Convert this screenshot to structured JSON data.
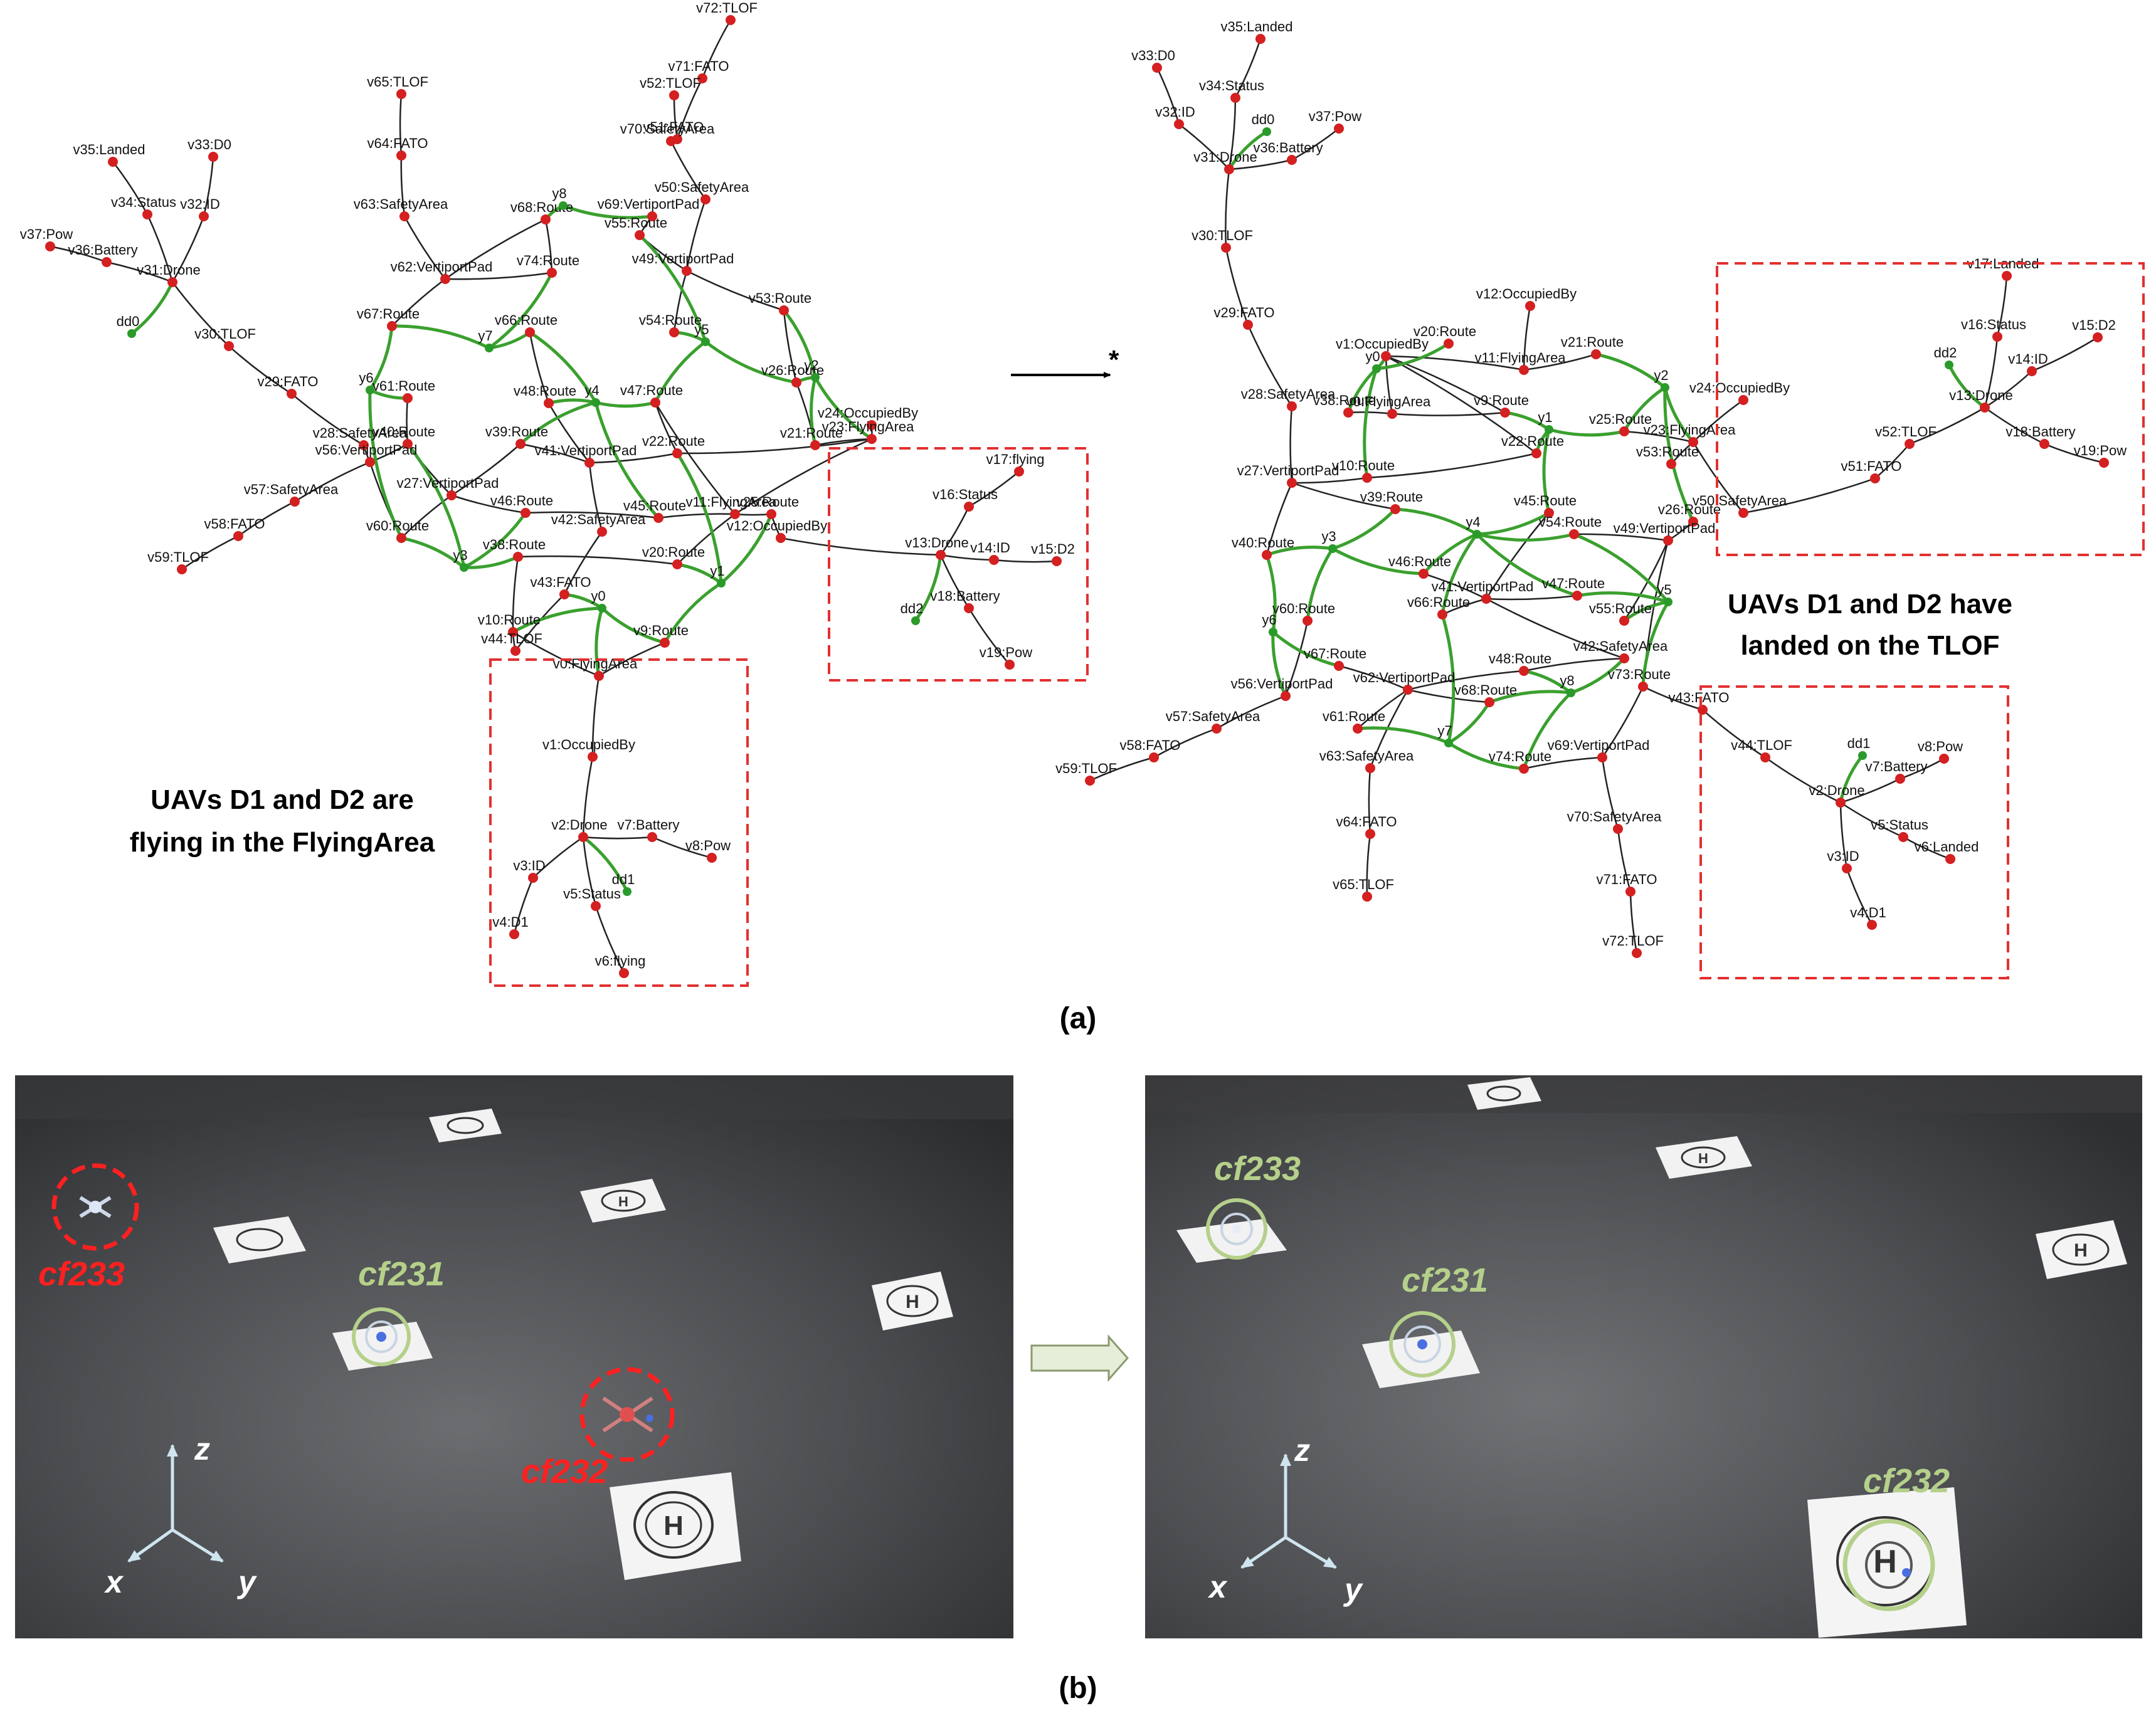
{
  "panel_a_label": "(a)",
  "panel_b_label": "(b)",
  "colors": {
    "node_red": "#d42020",
    "node_green": "#2a9a2a",
    "edge_black": "#222222",
    "edge_green": "#3aa02e",
    "dashed_box": "#e23030",
    "drone_red": "#ff2020",
    "drone_green": "#b5d08a"
  },
  "captions": {
    "left_line1": "UAVs D1 and D2 are",
    "left_line2": "flying in the FlyingArea",
    "right_line1": "UAVs D1 and D2 have",
    "right_line2": "landed on the TLOF"
  },
  "transition_symbol": "*",
  "graph_left": {
    "labels": {
      "v72": "v72:TLOF",
      "v71": "v71:FATO",
      "v52": "v52:TLOF",
      "v51": "v51:FATO",
      "v70": "v70:SafetyArea",
      "v65": "v65:TLOF",
      "v64": "v64:FATO",
      "v63": "v63:SafetyArea",
      "v68": "v68:Route",
      "y8": "y8",
      "v69": "v69:VertiportPad",
      "v50": "v50:SafetyArea",
      "v55": "v55:Route",
      "v62": "v62:VertiportPad",
      "v74": "v74:Route",
      "v49": "v49:VertiportPad",
      "v53": "v53:Route",
      "v67": "v67:Route",
      "y7": "y7",
      "v66": "v66:Route",
      "v54": "v54:Route",
      "y5": "y5",
      "v26": "v26:Route",
      "y2": "y2",
      "y6": "y6",
      "v61": "v61:Route",
      "v48": "v48:Route",
      "y4": "y4",
      "v47": "v47:Route",
      "v24": "v24:OccupiedBy",
      "v23": "v23:FlyingArea",
      "v21": "v21:Route",
      "v40": "v40:Route",
      "v39": "v39:Route",
      "v41": "v41:VertiportPad",
      "v22": "v22:Route",
      "v28": "v28:SafetyArea",
      "v56": "v56:VertiportPad",
      "v27": "v27:VertiportPad",
      "v57": "v57:SafetyArea",
      "v46": "v46:Route",
      "v42": "v42:SafetyArea",
      "v45": "v45:Route",
      "v11": "v11:FlyingArea",
      "v25": "v25:Route",
      "v12": "v12:OccupiedBy",
      "v58": "v58:FATO",
      "v60": "v60:Route",
      "v38": "v38:Route",
      "v20": "v20:Route",
      "y3": "y3",
      "y1": "y1",
      "v59": "v59:TLOF",
      "v43": "v43:FATO",
      "v10": "v10:Route",
      "v9": "v9:Route",
      "v44": "v44:TLOF",
      "v0": "v0:FlyingArea",
      "v1": "v1:OccupiedBy",
      "v2": "v2:Drone",
      "v7": "v7:Battery",
      "v8": "v8:Pow",
      "v3": "v3:ID",
      "dd1": "dd1",
      "v5": "v5:Status",
      "v4": "v4:D1",
      "v6": "v6:flying",
      "v35": "v35:Landed",
      "v33": "v33:D0",
      "v34": "v34:Status",
      "v32": "v32:ID",
      "v37": "v37:Pow",
      "v36": "v36:Battery",
      "v31": "v31:Drone",
      "dd0": "dd0",
      "v30": "v30:TLOF",
      "v29": "v29:FATO",
      "v17": "v17:flying",
      "v16": "v16:Status",
      "v13": "v13:Drone",
      "v14": "v14:ID",
      "v15": "v15:D2",
      "dd2": "dd2",
      "v18": "v18:Battery",
      "v19": "v19:Pow",
      "y0": "y0"
    }
  },
  "graph_right": {
    "labels": {
      "v35": "v35:Landed",
      "v33": "v33:D0",
      "v34": "v34:Status",
      "dd0": "dd0",
      "v37": "v37:Pow",
      "v32": "v32:ID",
      "v36": "v36:Battery",
      "v31": "v31:Drone",
      "v30": "v30:TLOF",
      "v29": "v29:FATO",
      "v12": "v12:OccupiedBy",
      "v20": "v20:Route",
      "v1": "v1:OccupiedBy",
      "v21": "v21:Route",
      "v11": "v11:FlyingArea",
      "y2": "y2",
      "v24": "v24:OccupiedBy",
      "y0": "y0",
      "v28": "v28:SafetyArea",
      "v38": "v38:Route",
      "v0": "v0:FlyingArea",
      "v9": "v9:Route",
      "y1": "y1",
      "v25": "v25:Route",
      "v23": "v23:FlyingArea",
      "v22": "v22:Route",
      "v53": "v53:Route",
      "v27": "v27:VertiportPad",
      "v10": "v10:Route",
      "v39": "v39:Route",
      "v45": "v45:Route",
      "v26": "v26:Route",
      "v50": "v50:SafetyArea",
      "y4": "y4",
      "v54": "v54:Route",
      "v49": "v49:VertiportPad",
      "v40": "v40:Route",
      "y3": "y3",
      "v46": "v46:Route",
      "v41": "v41:VertiportPad",
      "v47": "v47:Route",
      "y5": "y5",
      "v55": "v55:Route",
      "v60": "v60:Route",
      "v66": "v66:Route",
      "y6": "y6",
      "v42": "v42:SafetyArea",
      "v67": "v67:Route",
      "v48": "v48:Route",
      "v73": "v73:Route",
      "v62": "v62:VertiportPad",
      "y8": "y8",
      "v56": "v56:VertiportPad",
      "v68": "v68:Route",
      "v43": "v43:FATO",
      "v61": "v61:Route",
      "v57": "v57:SafetyArea",
      "y7": "y7",
      "v58": "v58:FATO",
      "v69": "v69:VertiportPad",
      "v74": "v74:Route",
      "v63": "v63:SafetyArea",
      "v59": "v59:TLOF",
      "v70": "v70:SafetyArea",
      "v64": "v64:FATO",
      "v65": "v65:TLOF",
      "v71": "v71:FATO",
      "v72": "v72:TLOF",
      "v17": "v17:Landed",
      "v16": "v16:Status",
      "v15": "v15:D2",
      "dd2": "dd2",
      "v14": "v14:ID",
      "v13": "v13:Drone",
      "v52": "v52:TLOF",
      "v18": "v18:Battery",
      "v19": "v19:Pow",
      "v51": "v51:FATO",
      "v44": "v44:TLOF",
      "dd1": "dd1",
      "v8": "v8:Pow",
      "v2": "v2:Drone",
      "v7": "v7:Battery",
      "v5": "v5:Status",
      "v6": "v6:Landed",
      "v3": "v3:ID",
      "v4": "v4:D1"
    }
  },
  "photo_left": {
    "cf233": "cf233",
    "cf231": "cf231",
    "cf232": "cf232"
  },
  "photo_right": {
    "cf233": "cf233",
    "cf231": "cf231",
    "cf232": "cf232"
  },
  "axes": {
    "z": "z",
    "x": "x",
    "y": "y"
  }
}
